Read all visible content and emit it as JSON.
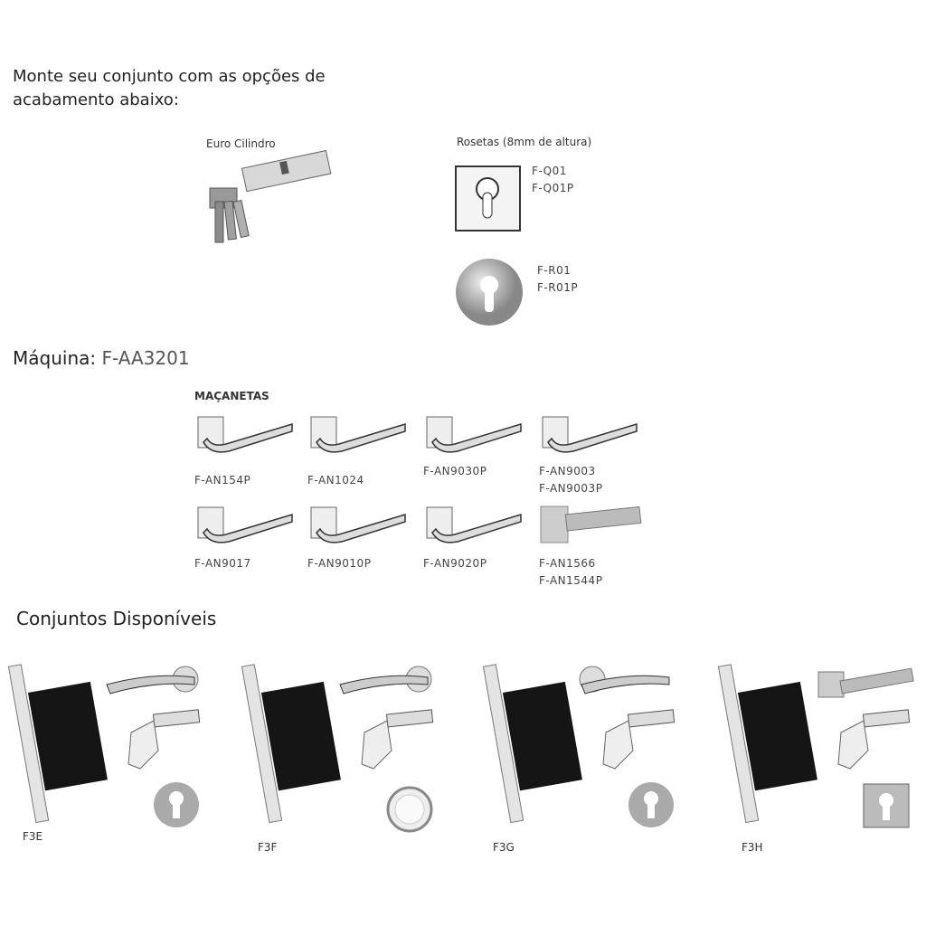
{
  "intro": "Monte seu conjunto com as opções de acabamento abaixo:",
  "euro_cilindro": {
    "label": "Euro Cilindro"
  },
  "rosetas": {
    "title": "Rosetas (8mm de altura)",
    "square": [
      "F-Q01",
      "F-Q01P"
    ],
    "round": [
      "F-R01",
      "F-R01P"
    ]
  },
  "maquina": {
    "label": "Máquina:",
    "code": "F-AA3201"
  },
  "macanetas": {
    "title": "MAÇANETAS",
    "items": [
      {
        "codes": [
          "F-AN154P"
        ]
      },
      {
        "codes": [
          "F-AN1024"
        ]
      },
      {
        "codes": [
          "F-AN9030P"
        ]
      },
      {
        "codes": [
          "F-AN9003",
          "F-AN9003P"
        ]
      },
      {
        "codes": [
          "F-AN9017"
        ]
      },
      {
        "codes": [
          "F-AN9010P"
        ]
      },
      {
        "codes": [
          "F-AN9020P"
        ]
      },
      {
        "codes": [
          "F-AN1566",
          "F-AN1544P"
        ]
      }
    ]
  },
  "conjuntos": {
    "title": "Conjuntos Disponíveis",
    "sets": [
      {
        "label": "F3E"
      },
      {
        "label": "F3F"
      },
      {
        "label": "F3G"
      },
      {
        "label": "F3H"
      }
    ]
  }
}
